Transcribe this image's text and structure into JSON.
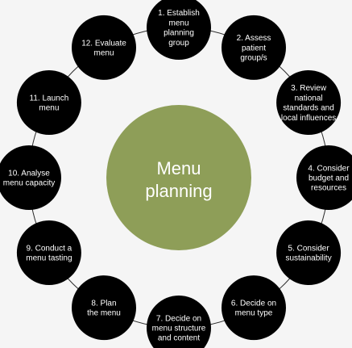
{
  "diagram": {
    "center": {
      "lines": [
        "Menu",
        "planning"
      ],
      "color": "#8e9e58"
    },
    "node_color": "#000000",
    "background": "#f5f5f5",
    "steps": [
      {
        "lines": [
          "1. Establish",
          "menu",
          "planning",
          "group"
        ]
      },
      {
        "lines": [
          "2. Assess",
          "patient",
          "group/s"
        ]
      },
      {
        "lines": [
          "3. Review",
          "national",
          "standards and",
          "local influences"
        ]
      },
      {
        "lines": [
          "4. Consider",
          "budget and",
          "resources"
        ]
      },
      {
        "lines": [
          "5. Consider",
          "sustainability"
        ]
      },
      {
        "lines": [
          "6. Decide on",
          "menu type"
        ]
      },
      {
        "lines": [
          "7. Decide on",
          "menu structure",
          "and content"
        ]
      },
      {
        "lines": [
          "8. Plan",
          "the menu"
        ]
      },
      {
        "lines": [
          "9. Conduct a",
          "menu tasting"
        ]
      },
      {
        "lines": [
          "10. Analyse",
          "menu capacity"
        ]
      },
      {
        "lines": [
          "11. Launch",
          "menu"
        ]
      },
      {
        "lines": [
          "12. Evaluate",
          "menu"
        ]
      }
    ]
  }
}
